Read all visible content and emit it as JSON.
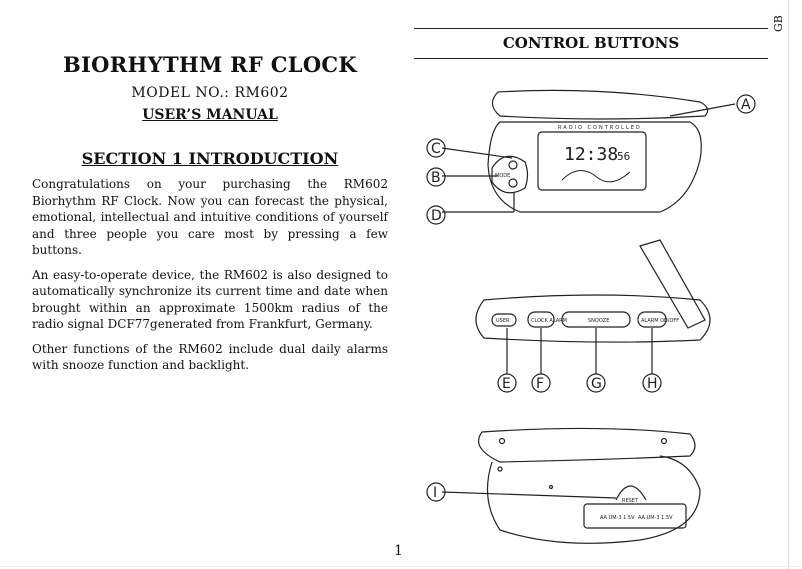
{
  "page_title": "BIORHYTHM RF CLOCK",
  "model_number": "MODEL NO.: RM602",
  "users_manual": "USER’S MANUAL",
  "section_heading": "SECTION 1   INTRODUCTION",
  "paragraphs": [
    "Congratulations on your purchasing the RM602 Biorhythm RF Clock. Now you can forecast the physical, emotional, intellectual and intuitive conditions of yourself and three people you care most by pressing a few buttons.",
    "An easy-to-operate device, the RM602 is also designed to automatically synchronize its current time and date when brought within an approximate 1500km radius of the radio signal DCF77generated from Frankfurt, Germany.",
    "Other functions of the RM602 include dual daily alarms with snooze function and backlight."
  ],
  "language_tab": "GB",
  "control_buttons_title": "CONTROL BUTTONS",
  "page_number": "1",
  "diagram": {
    "callouts": [
      "A",
      "B",
      "C",
      "D",
      "E",
      "F",
      "G",
      "H",
      "I"
    ],
    "radio_controlled": "RADIO CONTROLLED",
    "display_time": "12:38",
    "display_seconds": "56",
    "mode_label": "MODE",
    "user_label": "USER",
    "clock_alarm_label": "CLOCK ALARM",
    "snooze_label": "SNOOZE",
    "alarm_on_off_label": "ALARM ON/OFF",
    "reset_label": "RESET",
    "battery_labels": [
      "AA UM-3 1.5V",
      "AA UM-3 1.5V"
    ]
  }
}
